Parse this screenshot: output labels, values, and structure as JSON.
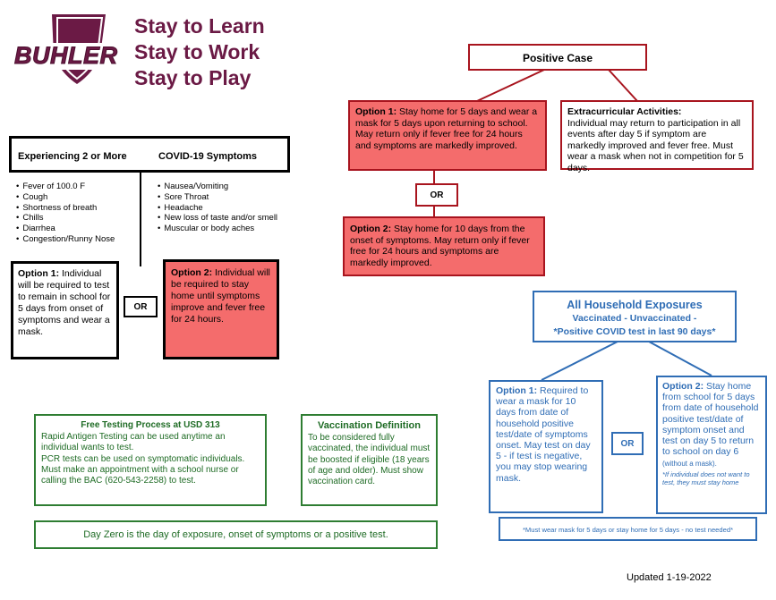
{
  "logo": {
    "text": "BUHLER"
  },
  "slogan": {
    "lines": [
      "Stay to Learn",
      "Stay to Work",
      "Stay to Play"
    ]
  },
  "symptoms": {
    "heading_left": "Experiencing 2 or More",
    "heading_right": "COVID-19 Symptoms",
    "list_left": [
      "Fever of 100.0 F",
      "Cough",
      "Shortness of breath",
      "Chills",
      "Diarrhea",
      "Congestion/Runny Nose"
    ],
    "list_right": [
      "Nausea/Vomiting",
      "Sore Throat",
      "Headache",
      "New loss of taste and/or smell",
      "Muscular or body aches"
    ],
    "option1": {
      "label": "Option 1:",
      "text": " Individual will be required to test to remain in school for 5 days from onset of symptoms and wear a mask."
    },
    "or": "OR",
    "option2": {
      "label": "Option 2:",
      "text": " Individual will be required to stay home until symptoms improve and fever free for 24 hours."
    }
  },
  "positive_case": {
    "title": "Positive Case",
    "option1": {
      "label": "Option 1:",
      "text": " Stay home for 5 days and wear a mask for 5 days upon returning to school. May return only if fever free for 24 hours and symptoms are markedly improved."
    },
    "or": "OR",
    "option2": {
      "label": "Option 2:",
      "text": "  Stay home for 10 days from the onset of symptoms. May return only if fever free for 24 hours and symptoms are markedly improved."
    },
    "extracurricular": {
      "label": "Extracurricular Activities:",
      "text": "Individual may return to participation in all events after day 5 if symptom are markedly improved and fever free.  Must wear a mask when not in competition for 5 days."
    }
  },
  "household": {
    "title": "All Household Exposures",
    "subtitle": "Vaccinated - Unvaccinated -",
    "subtitle2": "*Positive COVID test in last 90 days*",
    "option1": {
      "label": "Option 1:",
      "text": "  Required to wear a mask for 10 days from date of household positive test/date of symptoms onset. May test on day 5 - if test is negative, you may stop wearing mask."
    },
    "or": "OR",
    "option2": {
      "label": "Option 2:",
      "text": "  Stay home from school for 5 days from date of household positive test/date of symptom onset and test on day 5 to return to school on day 6",
      "small": " (without a mask).",
      "note": "*If individual does not want to test, they must stay home"
    },
    "footnote": "*Must wear mask for 5 days or stay home for 5 days - no test needed*"
  },
  "free_testing": {
    "title": "Free Testing Process at USD 313",
    "lines": [
      "Rapid Antigen Testing can be used anytime an individual wants to test.",
      "PCR tests can be used on symptomatic individuals.",
      "Must make an appointment with a school nurse or calling the BAC (620-543-2258) to test."
    ]
  },
  "vaccination": {
    "title": "Vaccination Definition",
    "text": "To be considered fully vaccinated, the individual must be boosted if eligible (18 years of age and older). Must show vaccination card."
  },
  "day_zero": "Day Zero is the day of exposure, onset of symptoms or a positive test.",
  "updated": "Updated 1-19-2022"
}
